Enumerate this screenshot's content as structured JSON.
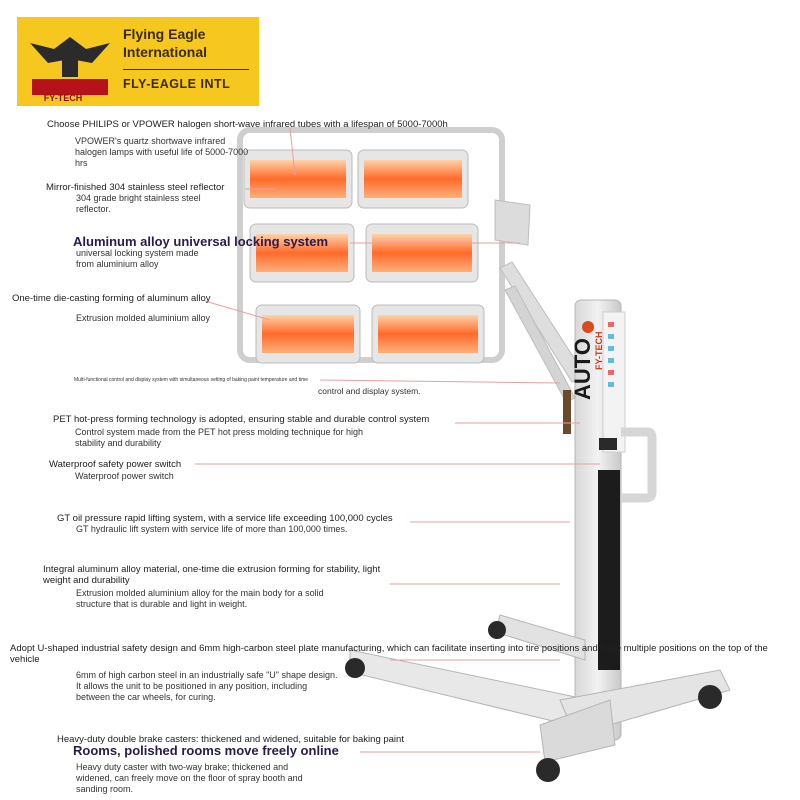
{
  "logo": {
    "brand_name": "Flying Eagle International",
    "brand_short": "FLY-EAGLE INTL",
    "badge": "FY-TECH",
    "bg_color": "#f6c71e"
  },
  "product": {
    "column_text": "AUTO",
    "column_brand": "FY-TECH",
    "lamp_color": "#ff7a3a",
    "frame_color": "#e4e4e4"
  },
  "callouts": [
    {
      "caption": "Choose PHILIPS or VPOWER halogen short-wave infrared tubes with a lifespan of 5000-7000h",
      "detail": "VPOWER's quartz shortwave infrared halogen lamps with useful life of 5000-7000 hrs"
    },
    {
      "caption": "Mirror-finished 304 stainless steel reflector",
      "detail": "304 grade bright stainless steel reflector."
    },
    {
      "caption": "Aluminum alloy universal locking system",
      "detail": "universal locking system made from aluminium alloy"
    },
    {
      "caption": "One-time die-casting forming of aluminum alloy",
      "detail": "Extrusion molded aluminium alloy"
    },
    {
      "caption": "Multi-functional control and display system with simultaneous setting of baking paint temperature and time",
      "detail": "control and display system."
    },
    {
      "caption": "PET hot-press forming technology is adopted, ensuring stable and durable control system",
      "detail": "Control system made from the PET hot press molding technique for high stability and durability"
    },
    {
      "caption": "Waterproof safety power switch",
      "detail": "Waterproof power switch"
    },
    {
      "caption": "GT oil pressure rapid lifting system, with a service life exceeding 100,000 cycles",
      "detail": "GT hydraulic lift system with service life of more than 100,000 times."
    },
    {
      "caption": "Integral aluminum alloy material, one-time die extrusion forming for stability, light weight and durability",
      "detail": "Extrusion molded aluminium alloy for the main body for a solid structure that is durable and light in weight."
    },
    {
      "caption": "Adopt U-shaped industrial safety design and 6mm high-carbon steel plate manufacturing, which can facilitate inserting into tire positions and bake multiple positions on the top of the vehicle",
      "detail": "6mm of high carbon steel in an industrially safe \"U\" shape design. It allows the unit to be positioned in any position, including between the car wheels, for curing."
    },
    {
      "caption": "Heavy-duty double brake casters: thickened and widened, suitable for baking paint",
      "headline": "Rooms, polished rooms move freely online",
      "detail": "Heavy duty caster with two-way brake; thickened and widened, can freely move on the floor of spray booth and sanding room."
    }
  ]
}
